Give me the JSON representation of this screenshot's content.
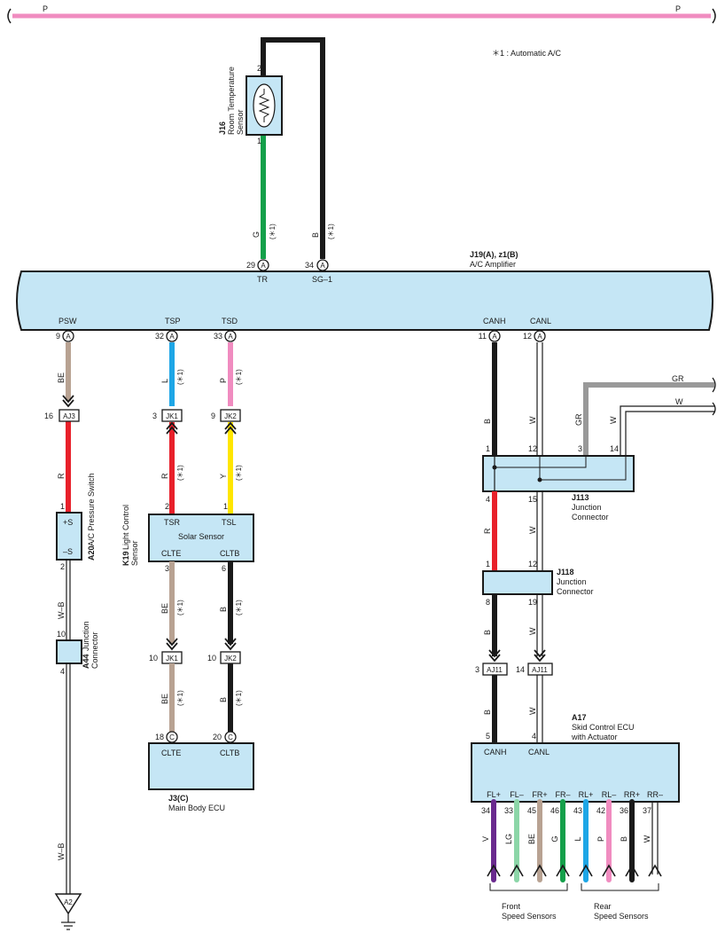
{
  "note": "＊1 : Automatic A/C",
  "power_line": {
    "left": "P",
    "right": "P"
  },
  "amplifier": {
    "id": "J19(A), z1(B)",
    "name": "A/C Amplifier",
    "top_terminals": [
      {
        "pin": "29",
        "conn": "A",
        "name": "TR",
        "wire": "G",
        "mark": "(＊1)"
      },
      {
        "pin": "34",
        "conn": "A",
        "name": "SG–1",
        "wire": "B",
        "mark": "(＊1)"
      }
    ],
    "bottom_terminals": [
      {
        "pin": "9",
        "conn": "A",
        "name": "PSW"
      },
      {
        "pin": "32",
        "conn": "A",
        "name": "TSP"
      },
      {
        "pin": "33",
        "conn": "A",
        "name": "TSD"
      },
      {
        "pin": "11",
        "conn": "A",
        "name": "CANH"
      },
      {
        "pin": "12",
        "conn": "A",
        "name": "CANL"
      }
    ]
  },
  "room_sensor": {
    "id": "J16",
    "name1": "Room Temperature",
    "name2": "Sensor",
    "pin_top": "2",
    "pin_bottom": "1"
  },
  "pressure_switch": {
    "id": "A20",
    "name": "A/C Pressure Switch",
    "plus": "+S",
    "minus": "–S",
    "pin_top": "1",
    "pin_bottom": "2"
  },
  "junction_a44": {
    "id": "A44",
    "name1": "Junction",
    "name2": "Connector",
    "pin_top": "10",
    "pin_bottom": "4"
  },
  "solar_sensor": {
    "id": "K19",
    "name1": "Light Control",
    "name2": "Sensor",
    "title": "Solar Sensor",
    "tsr": "TSR",
    "tsl": "TSL",
    "clte": "CLTE",
    "cltb": "CLTB",
    "pin_tsr": "2",
    "pin_tsl": "1",
    "pin_clte": "3",
    "pin_cltb": "6"
  },
  "main_body": {
    "id": "J3(C)",
    "name": "Main Body ECU",
    "clte": "CLTE",
    "cltb": "CLTB",
    "pin_clte": "18",
    "pin_cltb": "20",
    "conn": "C"
  },
  "connectors": {
    "aj3": {
      "name": "AJ3",
      "pin": "16"
    },
    "jk1_top": {
      "name": "JK1",
      "pin": "3"
    },
    "jk2_top": {
      "name": "JK2",
      "pin": "9"
    },
    "jk1_bot": {
      "name": "JK1",
      "pin": "10"
    },
    "jk2_bot": {
      "name": "JK2",
      "pin": "10"
    },
    "aj11_a": {
      "name": "AJ11",
      "pin": "3"
    },
    "aj11_b": {
      "name": "AJ11",
      "pin": "14"
    }
  },
  "wires": {
    "psw_top": "BE",
    "psw_red": "R",
    "wb1": "W–B",
    "wb2": "W–B",
    "tsp_top": "L",
    "tsp_red": "R",
    "tsd_top": "P",
    "tsd_yel": "Y",
    "clte_mid": "BE",
    "cltb_mid": "B",
    "clte_low": "BE",
    "cltb_low": "B",
    "canh_1": "B",
    "canl_1": "W",
    "gr_branch": "GR",
    "w_branch": "W",
    "canh_2": "R",
    "canl_2": "W",
    "canh_3": "B",
    "canl_3": "W",
    "canh_4": "B",
    "canl_4": "W",
    "mark": "(＊1)",
    "gr_right": "GR",
    "w_right": "W"
  },
  "j113": {
    "id": "J113",
    "name1": "Junction",
    "name2": "Connector",
    "pins_top": [
      "1",
      "12",
      "3",
      "14"
    ],
    "pins_bottom": [
      "4",
      "15"
    ]
  },
  "j118": {
    "id": "J118",
    "name1": "Junction",
    "name2": "Connector",
    "pins_top": [
      "1",
      "12"
    ],
    "pins_bottom": [
      "8",
      "19"
    ]
  },
  "skid_ecu": {
    "id": "A17",
    "name1": "Skid Control ECU",
    "name2": "with Actuator",
    "canh": "CANH",
    "canl": "CANL",
    "pin_canh": "5",
    "pin_canl": "4",
    "outputs": [
      {
        "name": "FL+",
        "pin": "34",
        "wire": "V"
      },
      {
        "name": "FL–",
        "pin": "33",
        "wire": "LG"
      },
      {
        "name": "FR+",
        "pin": "45",
        "wire": "BE"
      },
      {
        "name": "FR–",
        "pin": "46",
        "wire": "G"
      },
      {
        "name": "RL+",
        "pin": "43",
        "wire": "L"
      },
      {
        "name": "RL–",
        "pin": "42",
        "wire": "P"
      },
      {
        "name": "RR+",
        "pin": "36",
        "wire": "B"
      },
      {
        "name": "RR–",
        "pin": "37",
        "wire": "W"
      }
    ]
  },
  "front_sensors": {
    "line1": "Front",
    "line2": "Speed Sensors"
  },
  "rear_sensors": {
    "line1": "Rear",
    "line2": "Speed Sensors"
  },
  "ground": {
    "id": "A2"
  },
  "colors": {
    "P": "#f08cc0",
    "B": "#1a1a1a",
    "G": "#14a04a",
    "BE": "#b8a292",
    "R": "#e8202a",
    "L": "#1ea6e6",
    "Y": "#ffe600",
    "GR": "#999999",
    "V": "#6a2a8e",
    "LG": "#8cd6a8",
    "W": "#ffffff",
    "box": "#c5e6f5"
  }
}
